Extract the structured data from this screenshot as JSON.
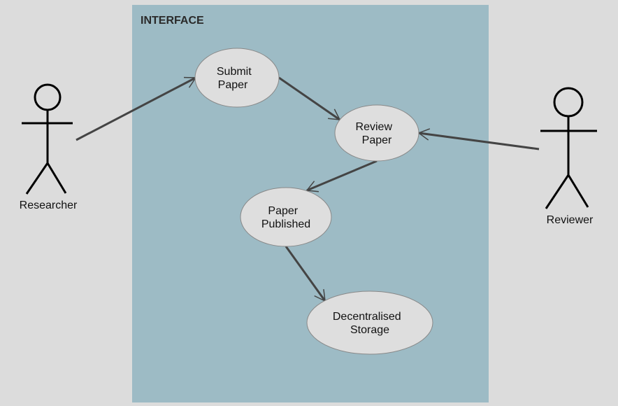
{
  "colors": {
    "background": "#dcdcdc",
    "boundary_fill": "#9dbbc5",
    "usecase_fill": "#dedede",
    "usecase_stroke": "#888888",
    "edge": "#444444",
    "actor_stroke": "#000000"
  },
  "boundary": {
    "label": "INTERFACE"
  },
  "actors": {
    "researcher": {
      "label": "Researcher"
    },
    "reviewer": {
      "label": "Reviewer"
    }
  },
  "use_cases": {
    "submit_paper": {
      "line1": "Submit",
      "line2": "Paper"
    },
    "review_paper": {
      "line1": "Review",
      "line2": "Paper"
    },
    "paper_published": {
      "line1": "Paper",
      "line2": "Published"
    },
    "decentralised_storage": {
      "line1": "Decentralised",
      "line2": "Storage"
    }
  },
  "edges": [
    {
      "from": "researcher",
      "to": "submit_paper"
    },
    {
      "from": "submit_paper",
      "to": "review_paper"
    },
    {
      "from": "reviewer",
      "to": "review_paper"
    },
    {
      "from": "review_paper",
      "to": "paper_published"
    },
    {
      "from": "paper_published",
      "to": "decentralised_storage"
    }
  ]
}
